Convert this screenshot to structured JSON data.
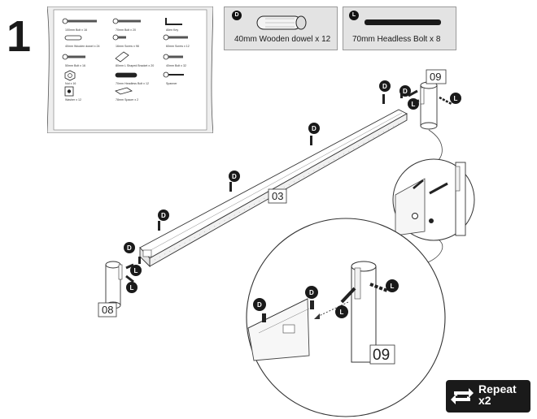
{
  "step": {
    "number": "1"
  },
  "parts_sheet": {
    "items": [
      {
        "id": "bolt-100",
        "label": "100mm Bolt x 16"
      },
      {
        "id": "bolt-70",
        "label": "70mm Bolt x 20"
      },
      {
        "id": "allen-key",
        "label": "Allen Key"
      },
      {
        "id": "dowel-40",
        "label": "40mm Wooden dowel x 24"
      },
      {
        "id": "screw-16",
        "label": "16mm Screw x 98"
      },
      {
        "id": "screw-60",
        "label": "60mm Screw x 12"
      },
      {
        "id": "bolt-50",
        "label": "50mm Bolt x 16"
      },
      {
        "id": "l-bracket",
        "label": "80mm L Shaped Bracket x 20"
      },
      {
        "id": "bolt-40",
        "label": "40mm Bolt x 32"
      },
      {
        "id": "nut",
        "label": "Nut x 16"
      },
      {
        "id": "headless-70",
        "label": "70mm Headless Bolt x 12"
      },
      {
        "id": "spanner",
        "label": "Spanner"
      },
      {
        "id": "washer",
        "label": "Washer x 12"
      },
      {
        "id": "spacer",
        "label": "78mm Spacer x 2"
      }
    ]
  },
  "callouts": {
    "dowel": {
      "letter": "D",
      "text": "40mm Wooden dowel x 12"
    },
    "bolt": {
      "letter": "L",
      "text": "70mm Headless Bolt x 8"
    }
  },
  "parts": {
    "rail": "03",
    "post_left": "08",
    "post_right": "09",
    "post_detail": "09"
  },
  "markers": {
    "dowel": "D",
    "bolt": "L"
  },
  "repeat": {
    "word": "Repeat",
    "count": "x2"
  }
}
